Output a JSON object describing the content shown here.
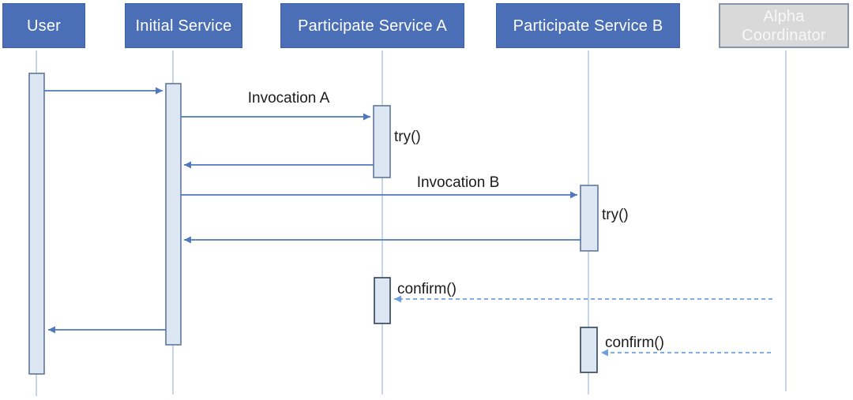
{
  "diagram": {
    "kind": "uml-sequence-diagram",
    "participants": [
      {
        "name": "User",
        "style": "service"
      },
      {
        "name": "Initial Service",
        "style": "service"
      },
      {
        "name": "Participate Service A",
        "style": "service"
      },
      {
        "name": "Participate Service B",
        "style": "service"
      },
      {
        "name": "Alpha Coordinator",
        "style": "coordinator"
      }
    ],
    "messages": [
      {
        "from": "User",
        "to": "Initial Service",
        "label": "",
        "line": "solid"
      },
      {
        "from": "Initial Service",
        "to": "Participate Service A",
        "label": "Invocation A",
        "line": "solid"
      },
      {
        "from": "Participate Service A",
        "to": "Initial Service",
        "label": "",
        "line": "solid"
      },
      {
        "from": "Initial Service",
        "to": "Participate Service B",
        "label": "Invocation B",
        "line": "solid"
      },
      {
        "from": "Participate Service B",
        "to": "Initial Service",
        "label": "",
        "line": "solid"
      },
      {
        "from": "Alpha Coordinator",
        "to": "Participate Service A",
        "label": "confirm()",
        "line": "dashed"
      },
      {
        "from": "Initial Service",
        "to": "User",
        "label": "",
        "line": "solid"
      },
      {
        "from": "Alpha Coordinator",
        "to": "Participate Service B",
        "label": "confirm()",
        "line": "dashed"
      }
    ],
    "activation_labels": [
      {
        "on": "Participate Service A",
        "label": "try()"
      },
      {
        "on": "Participate Service B",
        "label": "try()"
      }
    ]
  },
  "colors": {
    "participant_fill": "#4a6fb6",
    "participant_border": "#3d63a6",
    "participant_text": "#ffffff",
    "coordinator_fill": "#d9d9d9",
    "coordinator_border": "#8795a9",
    "coordinator_text": "#f7f7f7",
    "activation_fill": "#dde7f3",
    "activation_border": "#5f779c",
    "confirm_activation_border": "#44546a",
    "lifeline": "#aec3dc",
    "message_arrow": "#4e79be",
    "confirm_arrow": "#6fa0dc",
    "label_text": "#1b1b1b",
    "background": "#ffffff"
  }
}
